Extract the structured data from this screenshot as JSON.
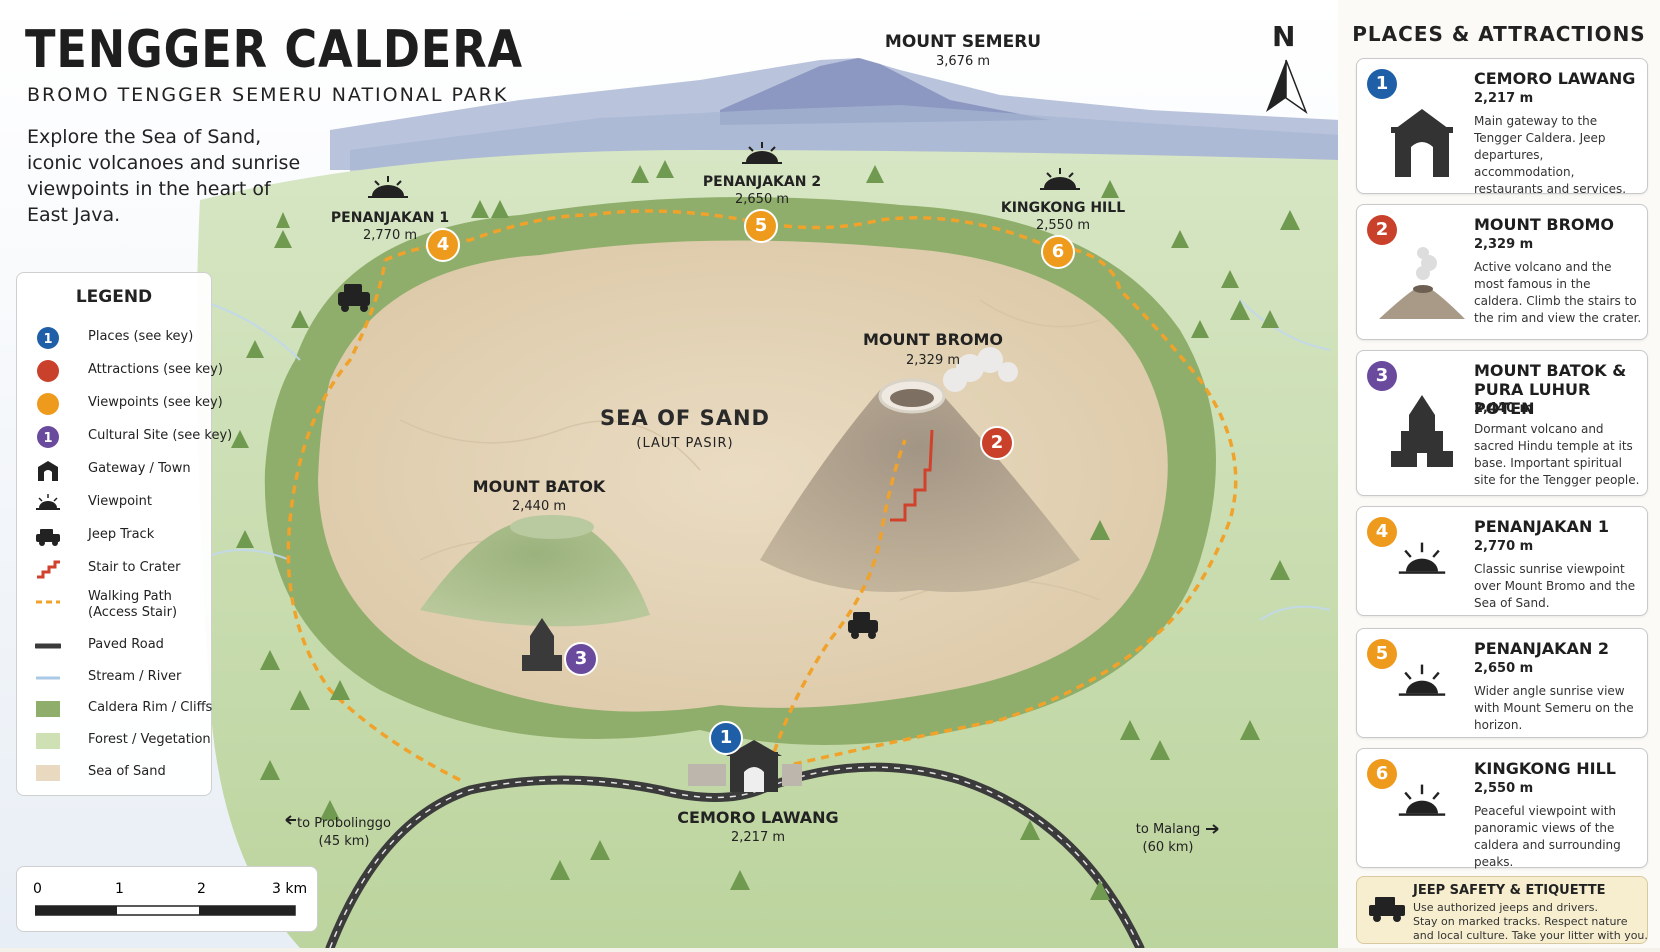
{
  "header": {
    "title": "TENGGER CALDERA",
    "subtitle": "BROMO TENGGER SEMERU NATIONAL PARK",
    "description": "Explore the Sea of Sand, iconic volcanoes and sunrise viewpoints in the heart of East Java."
  },
  "north": "N",
  "map_labels": {
    "semeru_name": "MOUNT SEMERU",
    "semeru_elev": "3,676 m",
    "pen2_name": "PENANJAKAN 2",
    "pen2_elev": "2,650 m",
    "pen1_name": "PENANJAKAN 1",
    "pen1_elev": "2,770 m",
    "kingkong_name": "KINGKONG HILL",
    "kingkong_elev": "2,550 m",
    "bromo_name": "MOUNT BROMO",
    "bromo_elev": "2,329 m",
    "sea_name": "SEA OF SAND",
    "sea_sub": "(LAUT PASIR)",
    "batok_name": "MOUNT BATOK",
    "batok_elev": "2,440 m",
    "cemoro_name": "CEMORO LAWANG",
    "cemoro_elev": "2,217 m",
    "to_probolinggo": "to Probolinggo",
    "to_probolinggo_dist": "(45 km)",
    "to_malang": "to Malang",
    "to_malang_dist": "(60 km)"
  },
  "markers": {
    "m1": "1",
    "m2": "2",
    "m3": "3",
    "m4": "4",
    "m5": "5",
    "m6": "6"
  },
  "colors": {
    "place": "#1f5fa8",
    "attraction": "#c9412b",
    "viewpoint": "#ee9a1c",
    "cultural": "#6a4a9c",
    "rim": "#8fae6b",
    "forest": "#cfe0b5",
    "sand": "#e8d9c0",
    "path": "#f0a22a",
    "stair": "#d0422c",
    "road": "#3b3b3b",
    "stream": "#a9c9e6"
  },
  "legend": {
    "title": "LEGEND",
    "items": [
      {
        "icon": "place-marker-icon",
        "label": "Places (see key)"
      },
      {
        "icon": "attraction-marker-icon",
        "label": "Attractions (see key)"
      },
      {
        "icon": "viewpoint-marker-icon",
        "label": "Viewpoints (see key)"
      },
      {
        "icon": "cultural-marker-icon",
        "label": "Cultural Site (see key)"
      },
      {
        "icon": "gateway-icon",
        "label": "Gateway / Town"
      },
      {
        "icon": "viewpoint-icon",
        "label": "Viewpoint"
      },
      {
        "icon": "jeep-icon",
        "label": "Jeep Track"
      },
      {
        "icon": "stair-icon",
        "label": "Stair to Crater"
      },
      {
        "icon": "walking-path-icon",
        "label": "Walking Path",
        "label2": "(Access Stair)"
      },
      {
        "icon": "paved-road-icon",
        "label": "Paved Road"
      },
      {
        "icon": "stream-icon",
        "label": "Stream / River"
      },
      {
        "icon": "rim-icon",
        "label": "Caldera Rim / Cliffs"
      },
      {
        "icon": "forest-icon",
        "label": "Forest / Vegetation"
      },
      {
        "icon": "sand-icon",
        "label": "Sea of Sand"
      }
    ]
  },
  "scale": {
    "t0": "0",
    "t1": "1",
    "t2": "2",
    "t3": "3 km"
  },
  "sidebar": {
    "title": "PLACES & ATTRACTIONS",
    "cards": [
      {
        "num": "1",
        "name": "CEMORO LAWANG",
        "elev": "2,217 m",
        "desc": "Main gateway to the Tengger Caldera. Jeep departures, accommodation, restaurants and services."
      },
      {
        "num": "2",
        "name": "MOUNT BROMO",
        "elev": "2,329 m",
        "desc": "Active volcano and the most famous in the caldera. Climb the stairs to the rim and view the crater."
      },
      {
        "num": "3",
        "name": "MOUNT BATOK & PURA LUHUR POTEN",
        "elev": "2,440 m",
        "desc": "Dormant volcano and sacred Hindu temple at its base. Important spiritual site for the Tengger people."
      },
      {
        "num": "4",
        "name": "PENANJAKAN 1",
        "elev": "2,770 m",
        "desc": "Classic sunrise viewpoint over Mount Bromo and the Sea of Sand."
      },
      {
        "num": "5",
        "name": "PENANJAKAN 2",
        "elev": "2,650 m",
        "desc": "Wider angle sunrise view with Mount Semeru on the horizon."
      },
      {
        "num": "6",
        "name": "KINGKONG HILL",
        "elev": "2,550 m",
        "desc": "Peaceful viewpoint with panoramic views of the caldera and surrounding peaks."
      }
    ],
    "jeep": {
      "title": "JEEP SAFETY & ETIQUETTE",
      "line1": "Use authorized jeeps and drivers.",
      "line2": "Stay on marked tracks. Respect nature",
      "line3": "and local culture. Take your litter with you."
    }
  }
}
